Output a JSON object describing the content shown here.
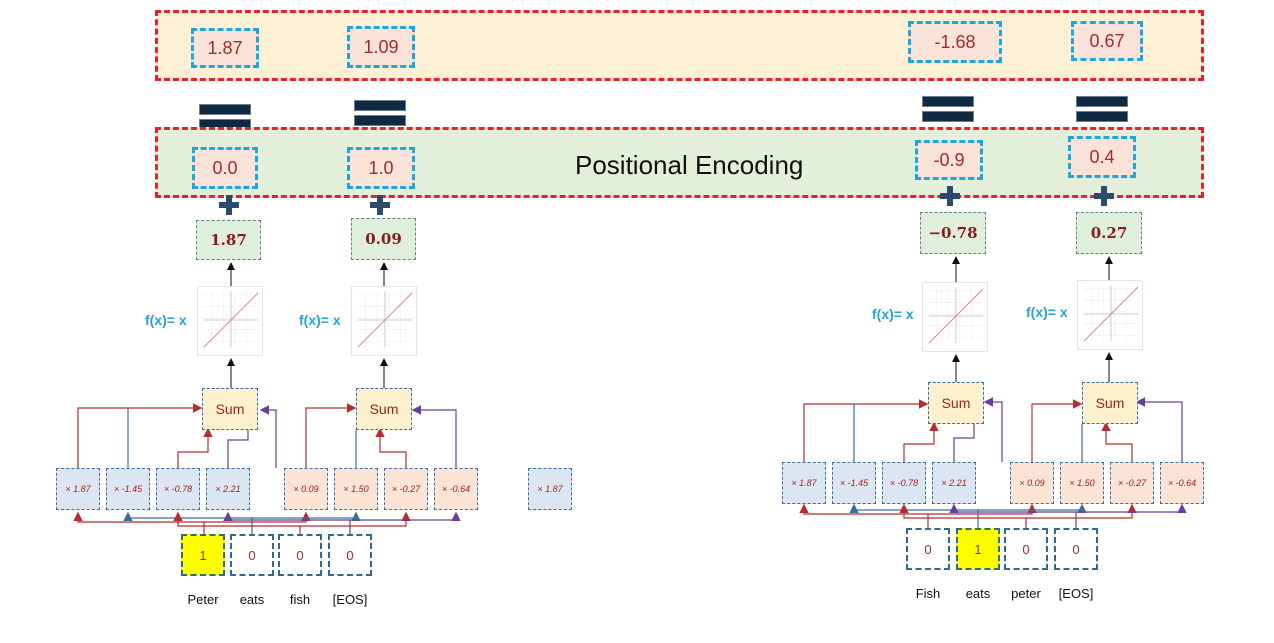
{
  "output_values": [
    "1.87",
    "1.09",
    "-1.68",
    "0.67"
  ],
  "positional_encoding": {
    "label": "Positional Encoding",
    "values": [
      "0.0",
      "1.0",
      "-0.9",
      "0.4"
    ]
  },
  "embedding_results": [
    "1.87",
    "0.09",
    "−0.78",
    "0.27"
  ],
  "activation_label": "f(x)= x",
  "sum_label": "Sum",
  "left_block": {
    "weights": [
      "× 1.87",
      "× -1.45",
      "× -0.78",
      "× 2.21",
      "× 0.09",
      "× 1.50",
      "× -0.27",
      "× -0.64"
    ],
    "stray_weight": "× 1.87",
    "inputs": [
      "1",
      "0",
      "0",
      "0"
    ],
    "words": [
      "Peter",
      "eats",
      "fish",
      "[EOS]"
    ]
  },
  "right_block": {
    "weights": [
      "× 1.87",
      "× -1.45",
      "× -0.78",
      "× 2.21",
      "× 0.09",
      "× 1.50",
      "× -0.27",
      "× -0.64"
    ],
    "inputs": [
      "0",
      "1",
      "0",
      "0"
    ],
    "words": [
      "Fish",
      "eats",
      "peter",
      "[EOS]"
    ]
  },
  "colors": {
    "band_border": "#e8202a",
    "top_band_fill": "#fdf0d5",
    "pe_band_fill": "#e4efda",
    "value_box_border": "#1ba7e0",
    "wire_red": "#b32e2e",
    "wire_blue": "#3c6e9a",
    "wire_purple": "#6a3d9a",
    "highlight": "#ffff00"
  }
}
